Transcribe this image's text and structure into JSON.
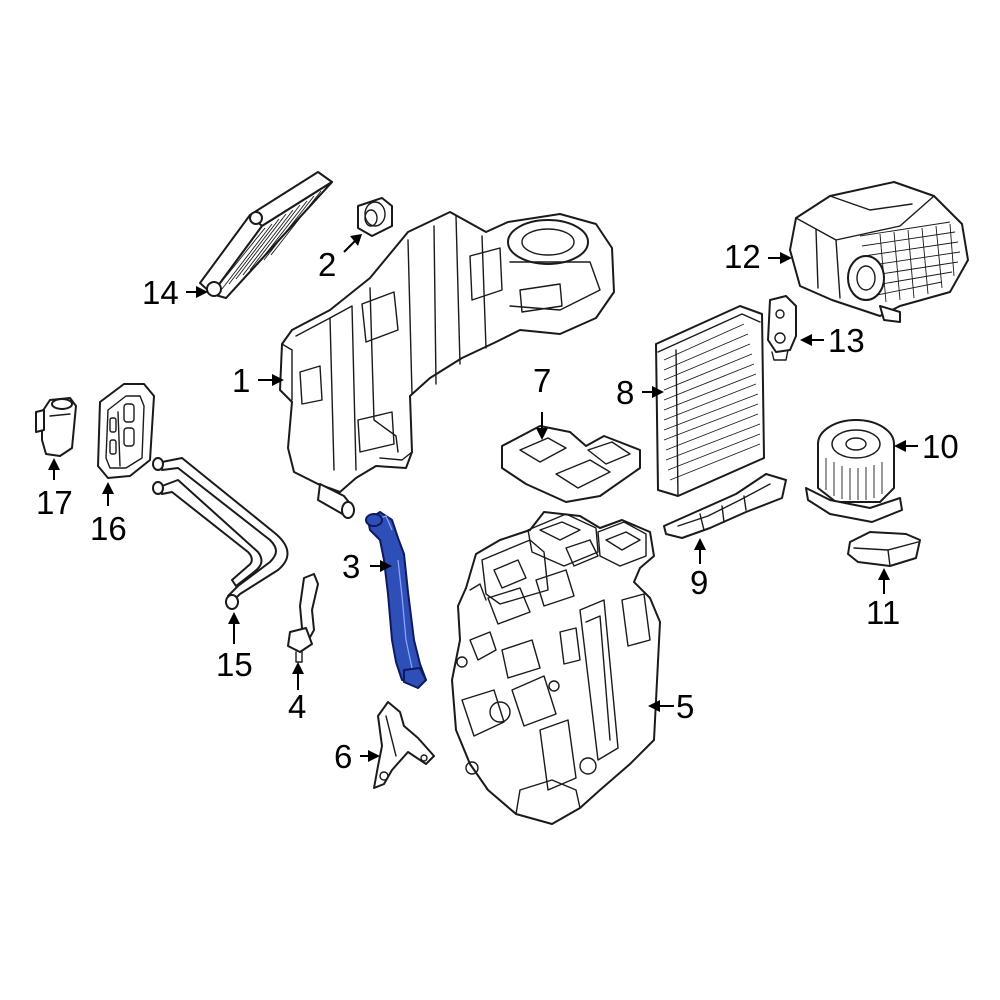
{
  "diagram": {
    "highlight_color": "#2f4fb8",
    "line_color": "#1a1a1a",
    "callouts": [
      {
        "label": "1"
      },
      {
        "label": "2"
      },
      {
        "label": "3"
      },
      {
        "label": "4"
      },
      {
        "label": "5"
      },
      {
        "label": "6"
      },
      {
        "label": "7"
      },
      {
        "label": "8"
      },
      {
        "label": "9"
      },
      {
        "label": "10"
      },
      {
        "label": "11"
      },
      {
        "label": "12"
      },
      {
        "label": "13"
      },
      {
        "label": "14"
      },
      {
        "label": "15"
      },
      {
        "label": "16"
      },
      {
        "label": "17"
      }
    ],
    "highlighted_part": "3"
  }
}
